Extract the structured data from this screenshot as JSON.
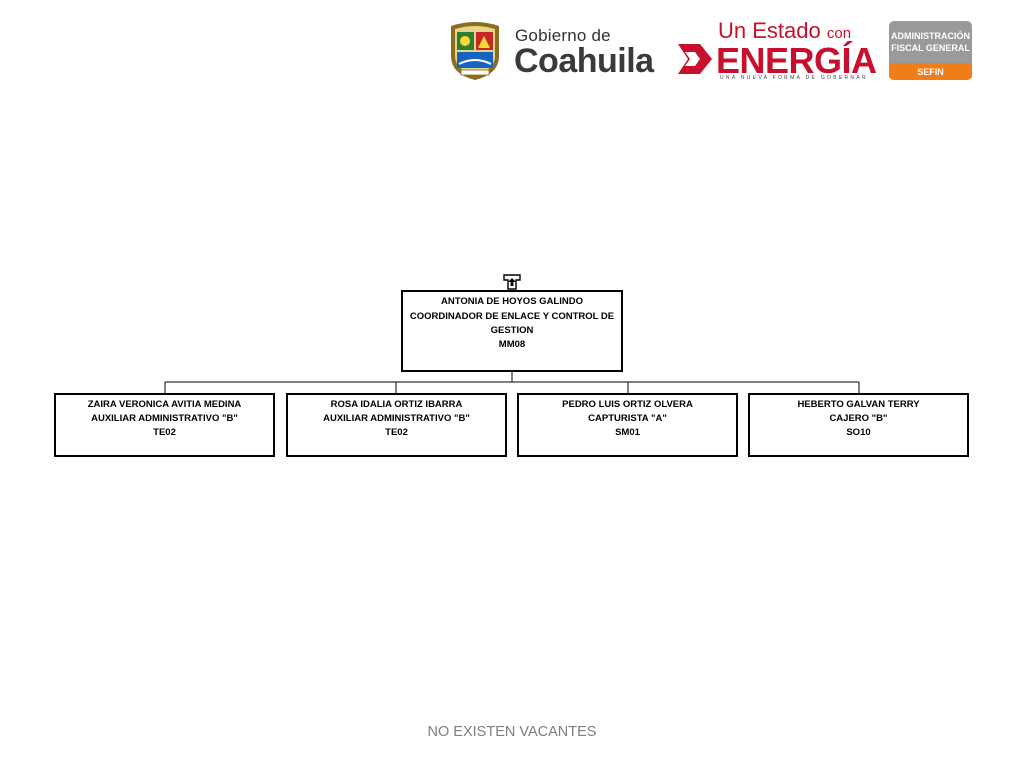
{
  "header": {
    "coahuila": {
      "line1": "Gobierno de",
      "line2": "Coahuila"
    },
    "energia": {
      "line1": "Un Estado",
      "line1_small": "con",
      "line2": "ENERGÍA",
      "tagline": "UNA NUEVA FORMA DE GOBERNAR"
    },
    "sefin": {
      "line1": "ADMINISTRACIÓN",
      "line2": "FISCAL GENERAL",
      "line3": "SEFIN"
    }
  },
  "org": {
    "head": {
      "name": "ANTONIA DE HOYOS GALINDO",
      "title": "COORDINADOR DE ENLACE Y CONTROL DE GESTION",
      "code": "MM08"
    },
    "children": [
      {
        "name": "ZAIRA VERONICA AVITIA MEDINA",
        "title": "AUXILIAR ADMINISTRATIVO \"B\"",
        "code": "TE02"
      },
      {
        "name": "ROSA IDALIA ORTIZ IBARRA",
        "title": "AUXILIAR ADMINISTRATIVO \"B\"",
        "code": "TE02"
      },
      {
        "name": "PEDRO LUIS ORTIZ OLVERA",
        "title": "CAPTURISTA \"A\"",
        "code": "SM01"
      },
      {
        "name": "HEBERTO GALVAN TERRY",
        "title": "CAJERO \"B\"",
        "code": "SO10"
      }
    ]
  },
  "footer": {
    "text": "NO EXISTEN VACANTES"
  },
  "colors": {
    "brand_red": "#c8102e",
    "sefin_orange": "#f07c1a",
    "sefin_gray": "#9a9a9a",
    "footer_gray": "#7f7f7f"
  }
}
